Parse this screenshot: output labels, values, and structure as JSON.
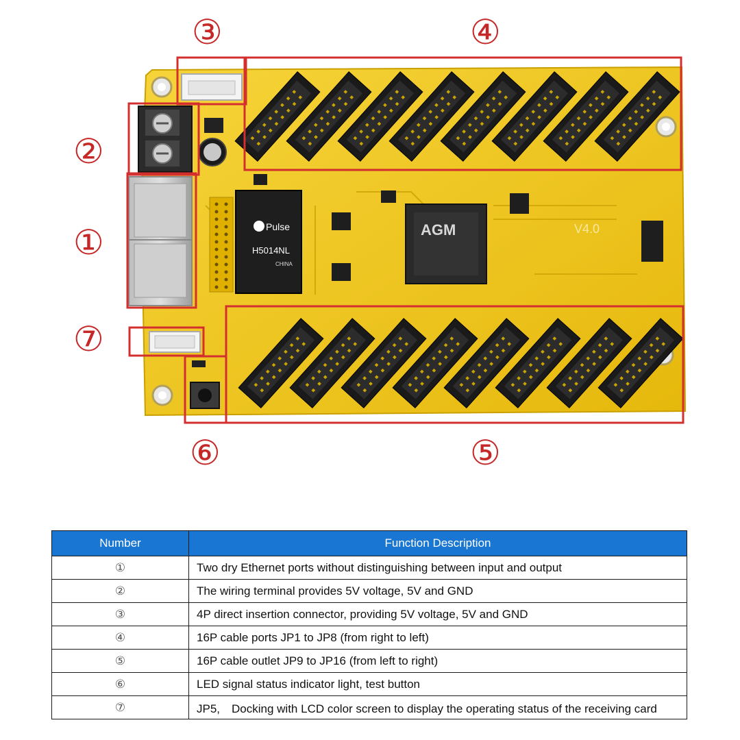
{
  "callouts": {
    "c1": "①",
    "c2": "②",
    "c3": "③",
    "c4": "④",
    "c5": "⑤",
    "c6": "⑥",
    "c7": "⑦"
  },
  "board": {
    "transformer_brand": "Pulse",
    "transformer_part": "H5014NL",
    "transformer_origin": "CHINA",
    "chip_logo": "AGM",
    "version": "V4.0"
  },
  "table": {
    "headers": [
      "Number",
      "Function Description"
    ],
    "rows": [
      {
        "num": "①",
        "desc": "Two dry Ethernet ports without distinguishing between input and output"
      },
      {
        "num": "②",
        "desc": "The wiring terminal provides 5V voltage, 5V and GND"
      },
      {
        "num": "③",
        "desc": "4P direct insertion connector, providing 5V voltage, 5V and GND"
      },
      {
        "num": "④",
        "desc": "16P cable ports JP1 to JP8 (from right to left)"
      },
      {
        "num": "⑤",
        "desc": "16P cable outlet JP9 to JP16 (from left to right)"
      },
      {
        "num": "⑥",
        "desc": "LED signal status indicator light, test button"
      },
      {
        "num": "⑦",
        "desc": "JP5,　Docking with LCD color screen to display the operating status of the receiving card"
      }
    ]
  },
  "colors": {
    "pcb": "#f1c40f",
    "highlight": "#d32f2f",
    "header_bg": "#1976d2"
  }
}
